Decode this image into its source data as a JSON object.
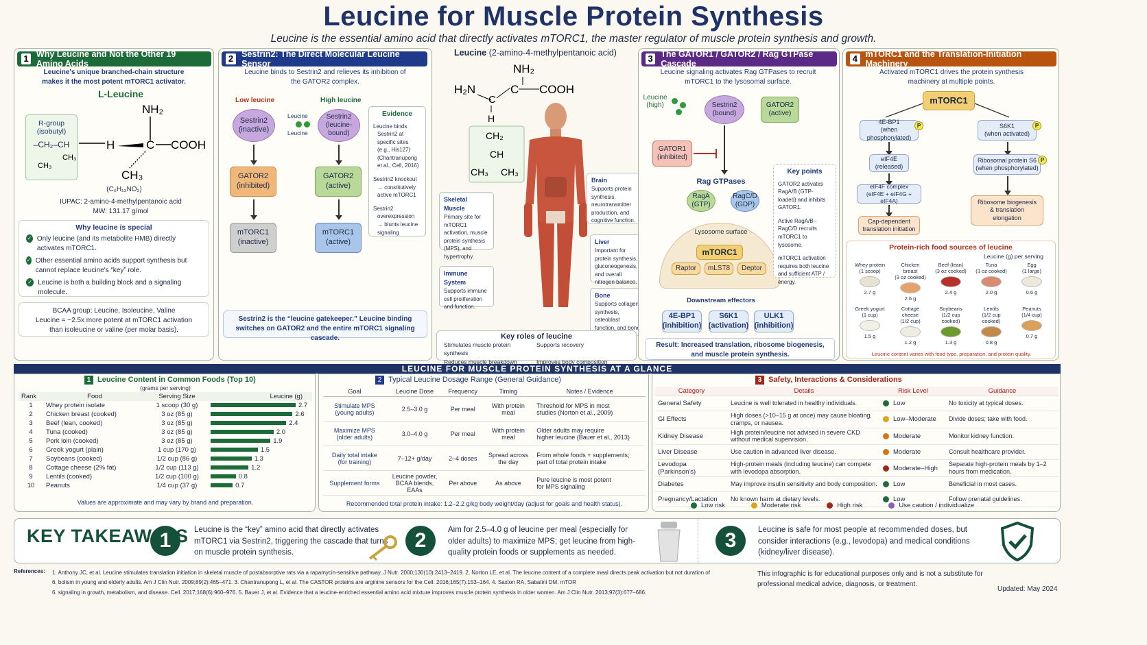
{
  "header": {
    "title": "Leucine for Muscle Protein Synthesis",
    "subtitle": "Leucine is the essential amino acid that directly activates mTORC1, the master regulator of muscle protein synthesis and growth."
  },
  "colors": {
    "green": "#1e6b3a",
    "blue": "#1f3a8a",
    "purple": "#5b2a86",
    "orange": "#b8540f",
    "navy": "#1f3366"
  },
  "panel1": {
    "num": "1",
    "title": "Why Leucine and Not the Other 19 Amino Acids",
    "intro": "Leucine's unique branched-chain structure makes it the most potent mTORC1 activator.",
    "molecule_name": "L-Leucine",
    "rgroup_title": "R-group (isobutyl)",
    "rgroup_formula": "–CH₂–CH",
    "formula": "(C₆H₁₃NO₂)",
    "iupac": "IUPAC: 2-amino-4-methylpentanoic acid",
    "mw": "MW: 131.17 g/mol",
    "special_title": "Why leucine is special",
    "special_items": [
      "Only leucine (and its metabolite HMB) directly activates mTORC1.",
      "Other essential amino acids support synthesis but cannot replace leucine's “key” role.",
      "Leucine is both a building block and a signaling molecule."
    ],
    "bcaa_line1": "BCAA group: Leucine, Isoleucine, Valine",
    "bcaa_line2": "Leucine = ~2.5x more potent at mTORC1 activation",
    "bcaa_line3": "than isoleucine or valine (per molar basis)."
  },
  "panel2": {
    "num": "2",
    "title": "Sestrin2: The Direct Molecular Leucine Sensor",
    "intro": "Leucine binds to Sestrin2 and relieves its inhibition of the GATOR2 complex.",
    "low_label": "Low leucine",
    "high_label": "High leucine",
    "leucine_label": "Leucine",
    "low_sestrin": "Sestrin2\n(inactive)",
    "high_sestrin": "Sestrin2\n(leucine-bound)",
    "low_gator": "GATOR2\n(inhibited)",
    "high_gator": "GATOR2\n(active)",
    "low_mtor": "mTORC1\n(inactive)",
    "high_mtor": "mTORC1\n(active)",
    "evidence_title": "Evidence",
    "evidence": [
      "Leucine binds Sestrin2 at specific sites (e.g., His127) (Chantranupong et al., Cell, 2016)",
      "Sestrin2 knockout → constitutively active mTORC1",
      "Sestrin2 overexpression → blunts leucine signaling"
    ],
    "footer": "Sestrin2 is the “leucine gatekeeper.” Leucine binding switches on GATOR2 and the entire mTORC1 signaling cascade."
  },
  "center": {
    "label": "Leucine",
    "label_sub": "(2-amino-4-methylpentanoic acid)",
    "skeletal_title": "Skeletal Muscle",
    "skeletal_text": "Primary site for mTORC1 activation, muscle protein synthesis (MPS), and hypertrophy.",
    "immune_title": "Immune System",
    "immune_text": "Supports immune cell proliferation and function.",
    "brain_title": "Brain",
    "brain_text": "Supports protein synthesis, neurotransmitter production, and cognitive function.",
    "liver_title": "Liver",
    "liver_text": "Important for protein synthesis, gluconeogenesis, and overall nitrogen balance.",
    "bone_title": "Bone",
    "bone_text": "Supports collagen synthesis, osteoblast function, and bone remodeling.",
    "roles_title": "Key roles of leucine",
    "roles": [
      "Stimulates muscle protein synthesis",
      "Supports recovery",
      "Reduces muscle breakdown",
      "Improves body composition"
    ]
  },
  "panel3": {
    "num": "3",
    "title": "The GATOR1 / GATOR2 / Rag GTPase Cascade",
    "intro": "Leucine signaling activates Rag GTPases to recruit mTORC1 to the lysosomal surface.",
    "leucine_high": "Leucine\n(high)",
    "sestrin": "Sestrin2\n(bound)",
    "gator2": "GATOR2\n(active)",
    "gator1": "GATOR1\n(inhibited)",
    "rag_title": "Rag GTPases",
    "raga": "RagA\n(GTP)",
    "ragc": "RagC/D\n(GDP)",
    "lysosome": "Lysosome surface",
    "mtorc1": "mTORC1",
    "raptor": "Raptor",
    "mlst8": "mLST8",
    "deptor": "Deptor",
    "downstream": "Downstream effectors",
    "eff1": "4E-BP1\n(inhibition)",
    "eff2": "S6K1\n(activation)",
    "eff3": "ULK1\n(inhibition)",
    "keypoints_title": "Key points",
    "keypoints": [
      "GATOR2 activates RagA/B (GTP-loaded) and inhibits GATOR1.",
      "Active RagA/B–RagC/D recruits mTORC1 to lysosome.",
      "mTORC1 activation requires both leucine and sufficient ATP / energy."
    ],
    "result": "Result: Increased translation, ribosome biogenesis, and muscle protein synthesis."
  },
  "panel4": {
    "num": "4",
    "title": "mTORC1 and the Translation-Initiation Machinery",
    "intro": "Activated mTORC1 drives the protein synthesis machinery at multiple points.",
    "mtorc1": "mTORC1",
    "ebp1": "4E-BP1\n(when phosphorylated)",
    "s6k1": "S6K1\n(when activated)",
    "eif4e": "eIF4E\n(released)",
    "rps6": "Ribosomal protein S6\n(when phosphorylated)",
    "eif4f": "eIF4F complex\n(eIF4E + eIF4G + eIF4A)",
    "ribo": "Ribosome biogenesis\n& translation\nelongation",
    "cap": "Cap-dependent\ntranslation initiation",
    "p": "P",
    "foods_title": "Protein-rich food sources of leucine",
    "foods_unit": "Leucine (g) per serving",
    "foods": [
      {
        "name": "Whey protein",
        "serving": "(1 scoop)",
        "value": "2.7 g",
        "color": "#e8e2d2"
      },
      {
        "name": "Chicken breast",
        "serving": "(3 oz cooked)",
        "value": "2.6 g",
        "color": "#e3a36a"
      },
      {
        "name": "Beef (lean)",
        "serving": "(3 oz cooked)",
        "value": "2.4 g",
        "color": "#b8302a"
      },
      {
        "name": "Tuna",
        "serving": "(3 oz cooked)",
        "value": "2.0 g",
        "color": "#d98a72"
      },
      {
        "name": "Egg",
        "serving": "(1 large)",
        "value": "0.6 g",
        "color": "#eee8dc"
      },
      {
        "name": "Greek yogurt",
        "serving": "(1 cup)",
        "value": "1.5 g",
        "color": "#f3f0e8"
      },
      {
        "name": "Cottage cheese",
        "serving": "(1/2 cup)",
        "value": "1.2 g",
        "color": "#f0ece0"
      },
      {
        "name": "Soybeans",
        "serving": "(1/2 cup cooked)",
        "value": "1.3 g",
        "color": "#6c9a2e"
      },
      {
        "name": "Lentils",
        "serving": "(1/2 cup cooked)",
        "value": "0.8 g",
        "color": "#c48a4a"
      },
      {
        "name": "Peanuts",
        "serving": "(1/4 cup)",
        "value": "0.7 g",
        "color": "#d9a15a"
      }
    ],
    "foods_note": "Leucine content varies with food type, preparation, and protein quality."
  },
  "glance": {
    "title": "LEUCINE FOR MUSCLE PROTEIN SYNTHESIS AT A GLANCE"
  },
  "foods_table": {
    "num": "1",
    "title": "Leucine Content in Common Foods (Top 10)",
    "subtitle": "(grams per serving)",
    "cols": [
      "Rank",
      "Food",
      "Serving Size",
      "Leucine (g)"
    ],
    "rows": [
      {
        "rank": "1",
        "food": "Whey protein isolate",
        "serving": "1 scoop (30 g)",
        "value": 2.7,
        "label": "2.7"
      },
      {
        "rank": "2",
        "food": "Chicken breast (cooked)",
        "serving": "3 oz (85 g)",
        "value": 2.6,
        "label": "2.6"
      },
      {
        "rank": "3",
        "food": "Beef (lean, cooked)",
        "serving": "3 oz (85 g)",
        "value": 2.4,
        "label": "2.4"
      },
      {
        "rank": "4",
        "food": "Tuna (cooked)",
        "serving": "3 oz (85 g)",
        "value": 2.0,
        "label": "2.0"
      },
      {
        "rank": "5",
        "food": "Pork loin (cooked)",
        "serving": "3 oz (85 g)",
        "value": 1.9,
        "label": "1.9"
      },
      {
        "rank": "6",
        "food": "Greek yogurt (plain)",
        "serving": "1 cup (170 g)",
        "value": 1.5,
        "label": "1.5"
      },
      {
        "rank": "7",
        "food": "Soybeans (cooked)",
        "serving": "1/2 cup (86 g)",
        "value": 1.3,
        "label": "1.3"
      },
      {
        "rank": "8",
        "food": "Cottage cheese (2% fat)",
        "serving": "1/2 cup (113 g)",
        "value": 1.2,
        "label": "1.2"
      },
      {
        "rank": "9",
        "food": "Lentils (cooked)",
        "serving": "1/2 cup (100 g)",
        "value": 0.8,
        "label": "0.8"
      },
      {
        "rank": "10",
        "food": "Peanuts",
        "serving": "1/4 cup (37 g)",
        "value": 0.7,
        "label": "0.7"
      }
    ],
    "note": "Values are approximate and may vary by brand and preparation."
  },
  "dose_table": {
    "num": "2",
    "title": "Typical Leucine Dosage Range (General Guidance)",
    "cols": [
      "Goal",
      "Leucine Dose",
      "Frequency",
      "Timing",
      "Notes / Evidence"
    ],
    "rows": [
      [
        "Stimulate MPS\n(young adults)",
        "2.5–3.0 g",
        "Per meal",
        "With protein\nmeal",
        "Threshold for MPS in most\nstudies (Norton et al., 2009)"
      ],
      [
        "Maximize MPS\n(older adults)",
        "3.0–4.0 g",
        "Per meal",
        "With protein\nmeal",
        "Older adults may require\nhigher leucine (Bauer et al., 2013)"
      ],
      [
        "Daily total intake\n(for training)",
        "7–12+ g/day",
        "2–4 doses",
        "Spread across\nthe day",
        "From whole foods + supplements;\npart of total protein intake"
      ],
      [
        "Supplement forms",
        "Leucine powder,\nBCAA blends,\nEAAs",
        "Per above",
        "As above",
        "Pure leucine is most potent\nfor MPS signaling"
      ]
    ],
    "note": "Recommended total protein intake: 1.2–2.2 g/kg body weight/day (adjust for goals and health status)."
  },
  "safety": {
    "num": "3",
    "title": "Safety, Interactions & Considerations",
    "cols": [
      "Category",
      "Details",
      "Risk Level",
      "Guidance"
    ],
    "rows": [
      {
        "cat": "General Safety",
        "details": "Leucine is well tolerated in healthy individuals.",
        "risk": "Low",
        "color": "#1e6b3a",
        "guide": "No toxicity at typical doses."
      },
      {
        "cat": "GI Effects",
        "details": "High doses (>10–15 g at once) may cause bloating, cramps, or nausea.",
        "risk": "Low–Moderate",
        "color": "#e2a21a",
        "guide": "Divide doses; take with food."
      },
      {
        "cat": "Kidney Disease",
        "details": "High protein/leucine not advised in severe CKD without medical supervision.",
        "risk": "Moderate",
        "color": "#d9731a",
        "guide": "Monitor kidney function."
      },
      {
        "cat": "Liver Disease",
        "details": "Use caution in advanced liver disease.",
        "risk": "Moderate",
        "color": "#d9731a",
        "guide": "Consult healthcare provider."
      },
      {
        "cat": "Levodopa (Parkinson's)",
        "details": "High-protein meals (including leucine) can compete with levodopa absorption.",
        "risk": "Moderate–High",
        "color": "#a0261c",
        "guide": "Separate high-protein meals by 1–2 hours from medication."
      },
      {
        "cat": "Diabetes",
        "details": "May improve insulin sensitivity and body composition.",
        "risk": "Low",
        "color": "#1e6b3a",
        "guide": "Beneficial in most cases."
      },
      {
        "cat": "Pregnancy/Lactation",
        "details": "No known harm at dietary levels.",
        "risk": "Low",
        "color": "#1e6b3a",
        "guide": "Follow prenatal guidelines."
      }
    ],
    "legend": [
      {
        "label": "Low risk",
        "color": "#1e6b3a"
      },
      {
        "label": "Moderate risk",
        "color": "#e2a21a"
      },
      {
        "label": "High risk",
        "color": "#a0261c"
      },
      {
        "label": "Use caution / individualize",
        "color": "#8a5fb5"
      }
    ]
  },
  "takeaways": {
    "title": "KEY TAKEAWAYS",
    "items": [
      {
        "num": "1",
        "text": "Leucine is the “key” amino acid that directly activates mTORC1 via Sestrin2, triggering the cascade that turns on muscle protein synthesis."
      },
      {
        "num": "2",
        "text": "Aim for 2.5–4.0 g of leucine per meal (especially for older adults) to maximize MPS; get leucine from high-quality protein foods or supplements as needed."
      },
      {
        "num": "3",
        "text": "Leucine is safe for most people at recommended doses, but consider interactions (e.g., levodopa) and medical conditions (kidney/liver disease)."
      }
    ]
  },
  "references": {
    "label": "References:",
    "line1": "1.  Anthony JC, et al. Leucine stimulates translation initiation in skeletal muscle of postabsorptive rats via a rapamycin-sensitive pathway. J Nutr. 2000;130(10):2413–2419.        2.  Norton LE, et al. The leucine content of a complete meal directs peak activation but not duration of skeletal muscle protein synthesis and mammalian target of rapamycin signaling in rats. The essential amino acid intake improves muscle protein an",
    "line2": "6.  bolism in young and elderly adults. Am J Clin Nutr. 2009;89(2):465–471.     3.  Chantranupong L, et al. The CASTOR proteins are arginine sensors for the Cell. 2016;165(7):153–164.   4.  Saxton RA, Sabatini DM. mTOR",
    "line3": "6.  signaling in growth, metabolism, and disease. Cell. 2017;168(6):960–976.        5.  Bauer J, et al. Evidence that a leucine-enriched essential amino acid mixture improves muscle protein synthesis in older women. Am J Clin Nutr. 2013;97(3):677–686.",
    "disclaimer": "This infographic is for educational purposes only and is not a substitute for professional medical advice, diagnosis, or treatment.",
    "updated": "Updated: May 2024"
  }
}
